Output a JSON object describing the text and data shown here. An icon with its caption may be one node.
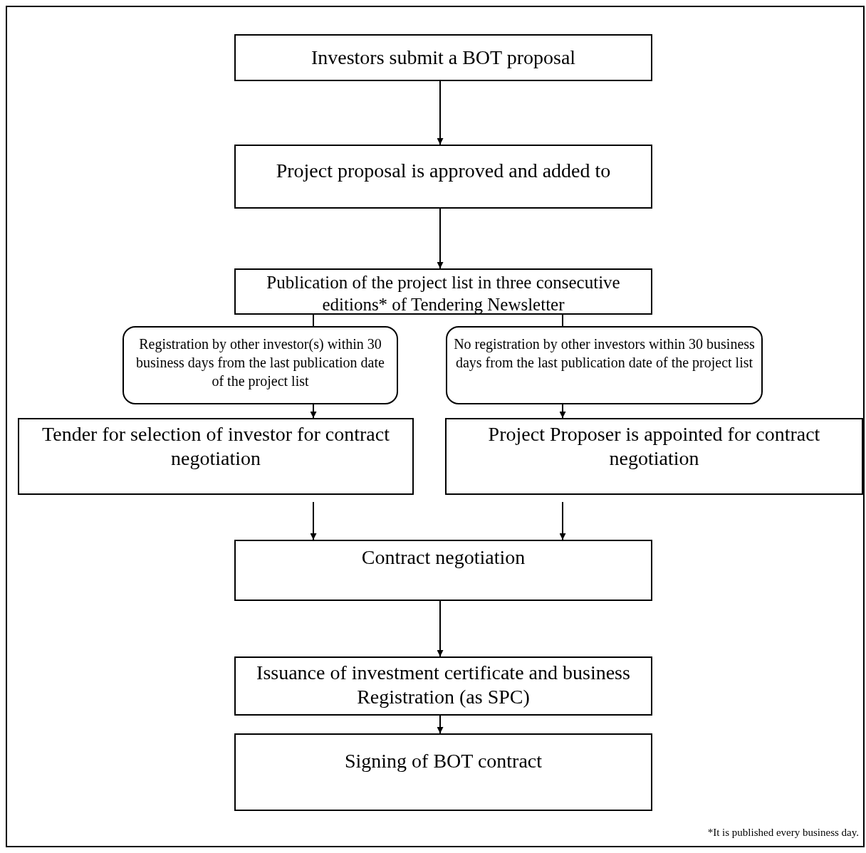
{
  "diagram": {
    "nodes": [
      {
        "text": [
          "Investors submit a BOT proposal"
        ]
      },
      {
        "text": [
          "Project proposal is approved and added to"
        ]
      },
      {
        "text": [
          "Publication of the project list in three consecutive editions* of Tendering Newsletter"
        ]
      },
      {
        "text": [
          "Registration by other investor(s) within 30 business days from the last publication date of the project list"
        ]
      },
      {
        "text": [
          "No registration by other investors within 30 business days from the last publication date of the project list"
        ]
      },
      {
        "text": [
          "Tender for selection of investor for contract negotiation"
        ]
      },
      {
        "text": [
          "Project Proposer is appointed for contract negotiation"
        ]
      },
      {
        "text": [
          "Contract negotiation"
        ]
      },
      {
        "text": [
          "Issuance of investment certificate and business Registration (as SPC)"
        ]
      },
      {
        "text": [
          "Signing of BOT contract"
        ]
      }
    ],
    "edges": [
      {
        "from": 0,
        "to": 1,
        "arrow": "to"
      },
      {
        "from": 1,
        "to": 2,
        "arrow": "to"
      },
      {
        "from": 2,
        "to": 3,
        "arrow": "none"
      },
      {
        "from": 2,
        "to": 4,
        "arrow": "none"
      },
      {
        "from": 3,
        "to": 5,
        "arrow": "to"
      },
      {
        "from": 4,
        "to": 6,
        "arrow": "to"
      },
      {
        "from": 5,
        "to": 7,
        "arrow": "to"
      },
      {
        "from": 6,
        "to": 7,
        "arrow": "to"
      },
      {
        "from": 7,
        "to": 8,
        "arrow": "to"
      },
      {
        "from": 8,
        "to": 9,
        "arrow": "to"
      }
    ],
    "labels": [
      "*It is published every business day."
    ]
  }
}
